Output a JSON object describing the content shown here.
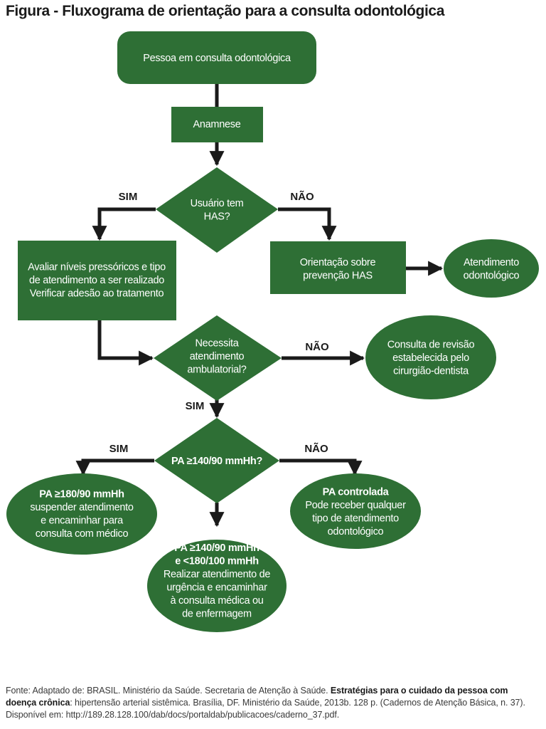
{
  "title": "Figura - Fluxograma de orientação para a consulta odontológica",
  "colors": {
    "node_fill": "#2e6f35",
    "connector": "#1a1a1a",
    "node_text": "#ffffff"
  },
  "nodes": {
    "start": [
      "Pessoa em consulta odontológica"
    ],
    "anamnese": [
      "Anamnese"
    ],
    "has_question": [
      "Usuário tem",
      "HAS?"
    ],
    "evaluate": [
      "Avaliar níveis pressóricos e tipo",
      "de atendimento a ser realizado",
      "Verificar adesão ao tratamento"
    ],
    "orientation": [
      "Orientação sobre",
      "prevenção HAS"
    ],
    "dental_care": [
      "Atendimento",
      "odontológico"
    ],
    "ambulatory_question": [
      "Necessita",
      "atendimento",
      "ambulatorial?"
    ],
    "review": [
      "Consulta de revisão",
      "estabelecida pelo",
      "cirurgião-dentista"
    ],
    "pa_question": [
      "PA ≥140/90 mmHh?"
    ],
    "high_pa": {
      "heading": [
        "PA ≥180/90 mmHh"
      ],
      "body": [
        "suspender atendimento",
        "e encaminhar para",
        "consulta com médico"
      ]
    },
    "mid_pa": {
      "heading": [
        "PA ≥140/90 mmHh",
        "e <180/100 mmHh"
      ],
      "body": [
        "Realizar atendimento de",
        "urgência e encaminhar",
        "à consulta médica ou",
        "de enfermagem"
      ]
    },
    "controlled_pa": {
      "heading": [
        "PA controlada"
      ],
      "body": [
        "Pode receber qualquer",
        "tipo de atendimento",
        "odontológico"
      ]
    }
  },
  "edge_labels": {
    "has_yes": "SIM",
    "has_no": "NÃO",
    "ambulatory_no": "NÃO",
    "ambulatory_yes": "SIM",
    "pa_yes": "SIM",
    "pa_no": "NÃO"
  },
  "source": {
    "prefix": "Fonte: Adaptado de: BRASIL. Ministério da Saúde. Secretaria de Atenção à Saúde. ",
    "bold": "Estratégias para o cuidado da pessoa com doença crônica",
    "suffix": ": hipertensão arterial sistêmica. Brasília, DF. Ministério da Saúde, 2013b. 128 p. (Cadernos de Atenção Básica, n. 37). Disponível em: http://189.28.128.100/dab/docs/portaldab/publicacoes/caderno_37.pdf."
  }
}
